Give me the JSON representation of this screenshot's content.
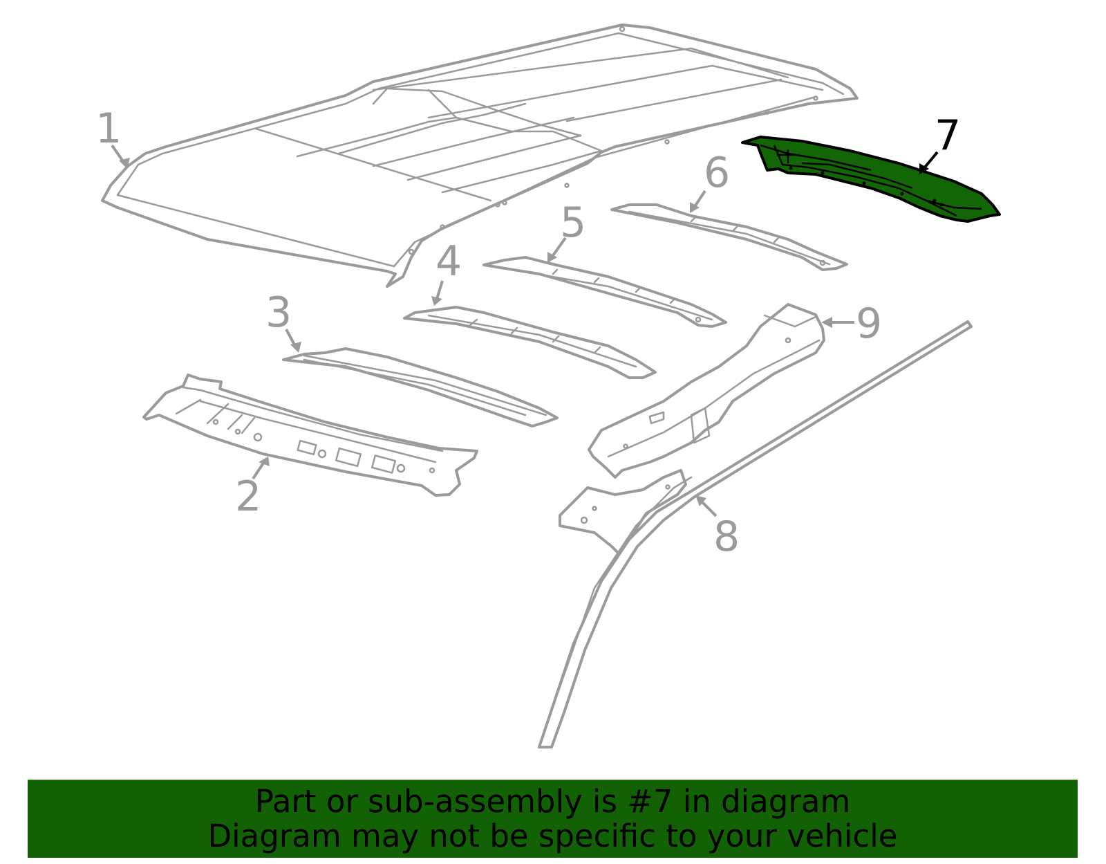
{
  "diagram": {
    "highlighted_part": "7",
    "highlight_color": "#136605",
    "line_color": "#9a9a9a",
    "callouts": [
      {
        "id": "1",
        "label": "1"
      },
      {
        "id": "2",
        "label": "2"
      },
      {
        "id": "3",
        "label": "3"
      },
      {
        "id": "4",
        "label": "4"
      },
      {
        "id": "5",
        "label": "5"
      },
      {
        "id": "6",
        "label": "6"
      },
      {
        "id": "7",
        "label": "7"
      },
      {
        "id": "8",
        "label": "8"
      },
      {
        "id": "9",
        "label": "9"
      }
    ]
  },
  "banner": {
    "line1": "Part or sub-assembly is #7 in diagram",
    "line2": "Diagram may not be specific to your vehicle",
    "background": "#126205"
  }
}
